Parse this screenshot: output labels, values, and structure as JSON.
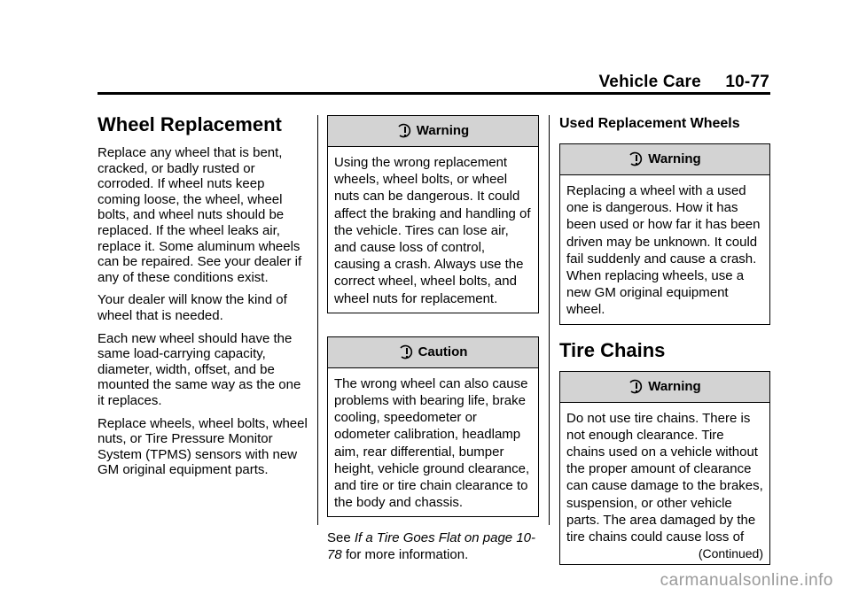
{
  "header": {
    "section": "Vehicle Care",
    "page": "10-77"
  },
  "left": {
    "title": "Wheel Replacement",
    "p1": "Replace any wheel that is bent, cracked, or badly rusted or corroded. If wheel nuts keep coming loose, the wheel, wheel bolts, and wheel nuts should be replaced. If the wheel leaks air, replace it. Some aluminum wheels can be repaired. See your dealer if any of these conditions exist.",
    "p2": "Your dealer will know the kind of wheel that is needed.",
    "p3": "Each new wheel should have the same load-carrying capacity, diameter, width, offset, and be mounted the same way as the one it replaces.",
    "p4": "Replace wheels, wheel bolts, wheel nuts, or Tire Pressure Monitor System (TPMS) sensors with new GM original equipment parts."
  },
  "middle": {
    "warning_label": "Warning",
    "warning_text": "Using the wrong replacement wheels, wheel bolts, or wheel nuts can be dangerous. It could affect the braking and handling of the vehicle. Tires can lose air, and cause loss of control, causing a crash. Always use the correct wheel, wheel bolts, and wheel nuts for replacement.",
    "caution_label": "Caution",
    "caution_text": "The wrong wheel can also cause problems with bearing life, brake cooling, speedometer or odometer calibration, headlamp aim, rear differential, bumper height, vehicle ground clearance, and tire or tire chain clearance to the body and chassis.",
    "see_prefix": "See ",
    "see_link": "If a Tire Goes Flat on page 10-78",
    "see_suffix": " for more information."
  },
  "right": {
    "used_title": "Used Replacement Wheels",
    "warning1_label": "Warning",
    "warning1_text": "Replacing a wheel with a used one is dangerous. How it has been used or how far it has been driven may be unknown. It could fail suddenly and cause a crash. When replacing wheels, use a new GM original equipment wheel.",
    "chains_title": "Tire Chains",
    "warning2_label": "Warning",
    "warning2_text": "Do not use tire chains. There is not enough clearance. Tire chains used on a vehicle without the proper amount of clearance can cause damage to the brakes, suspension, or other vehicle parts. The area damaged by the tire chains could cause loss of",
    "continued": "(Continued)"
  },
  "footer": {
    "watermark": "carmanualsonline.info"
  }
}
